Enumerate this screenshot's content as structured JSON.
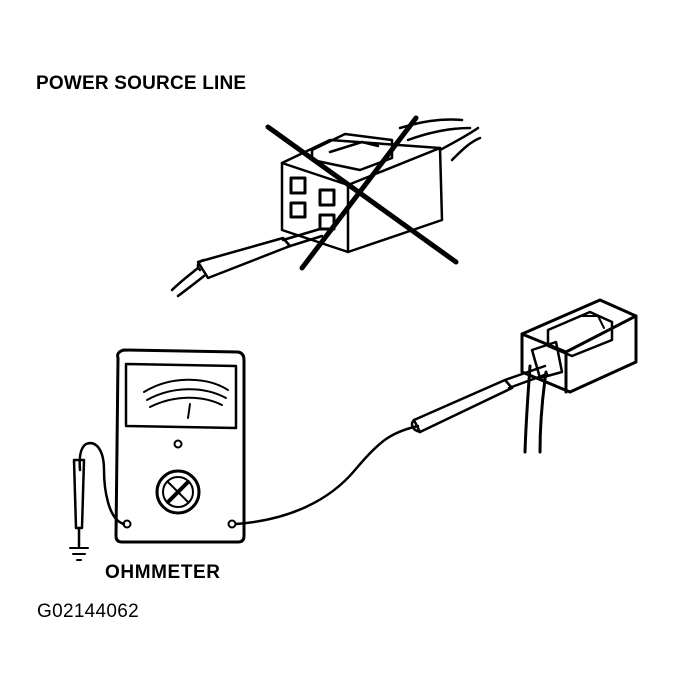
{
  "diagram": {
    "title": "POWER SOURCE LINE",
    "meter_label": "OHMMETER",
    "figure_code": "G02144062"
  },
  "colors": {
    "ink": "#000000",
    "paper": "#ffffff"
  },
  "icons": {
    "top_connector": "connector-with-cross-out-icon",
    "probe": "test-probe-icon",
    "ground": "ground-symbol-icon",
    "meter": "analog-ohmmeter-icon",
    "right_connector": "connector-icon"
  }
}
